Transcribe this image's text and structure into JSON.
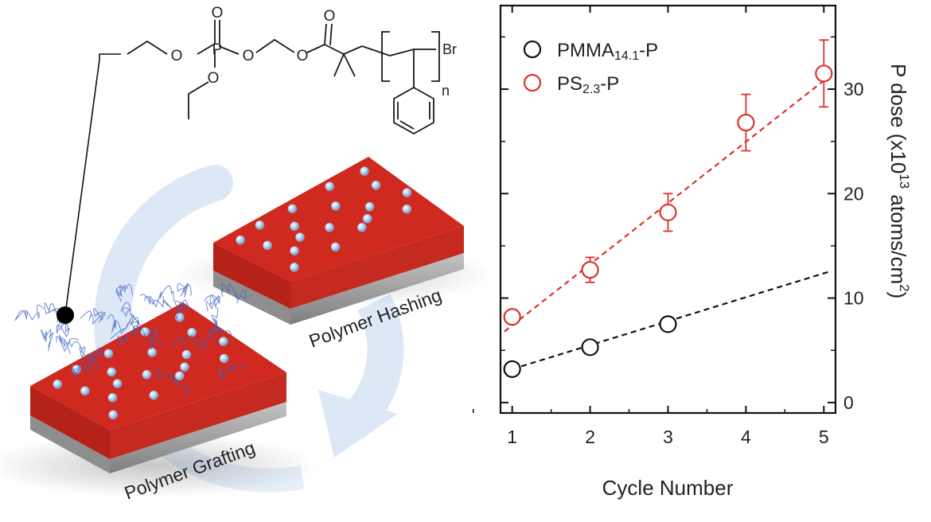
{
  "illustration": {
    "process_labels": [
      "Polymer Hashing",
      "Polymer Grafting"
    ],
    "molecule_labels": {
      "oxygens": [
        "O",
        "O",
        "O",
        "O",
        "O",
        "O"
      ],
      "phosphorus": "P",
      "bromine": "Br",
      "repeat_subscript": "n"
    },
    "colors": {
      "substrate_top": "#d0291f",
      "substrate_side": "#b5221a",
      "base": "#a6a6a6",
      "dots": "#9fc7ea",
      "arrow": "#dbe7f6",
      "polymer_chain": "#3d62c4"
    }
  },
  "chart_data": {
    "type": "scatter",
    "xlabel": "Cycle Number",
    "ylabel": "P dose (x10",
    "ylabel_exponent": "13",
    "ylabel_unit": " atoms/cm",
    "ylabel_unit_exponent": "2",
    "ylabel_close": ")",
    "xlim": [
      0.85,
      5.15
    ],
    "ylim": [
      -1,
      38
    ],
    "xticks": [
      1,
      2,
      3,
      4,
      5
    ],
    "yticks": [
      0,
      10,
      20,
      30
    ],
    "legend_position": "top-left",
    "series": [
      {
        "name": "PMMA",
        "name_subscript": "14.1",
        "name_suffix": "-P",
        "color": "#111111",
        "marker": "open-circle",
        "x": [
          1,
          2,
          3
        ],
        "y": [
          3.2,
          5.3,
          7.5
        ],
        "fit": {
          "style": "dashed",
          "x": [
            1,
            5.1
          ],
          "y": [
            3.2,
            12.6
          ]
        }
      },
      {
        "name": "PS",
        "name_subscript": "2.3",
        "name_suffix": "-P",
        "color": "#d9332a",
        "marker": "open-circle",
        "x": [
          1,
          2,
          3,
          4,
          5
        ],
        "y": [
          8.2,
          12.7,
          18.2,
          26.8,
          31.5
        ],
        "yerr": [
          0.3,
          1.2,
          1.8,
          2.7,
          3.2
        ],
        "fit": {
          "style": "dashed",
          "x": [
            0.9,
            5.1
          ],
          "y": [
            6.8,
            31.4
          ]
        }
      }
    ]
  }
}
